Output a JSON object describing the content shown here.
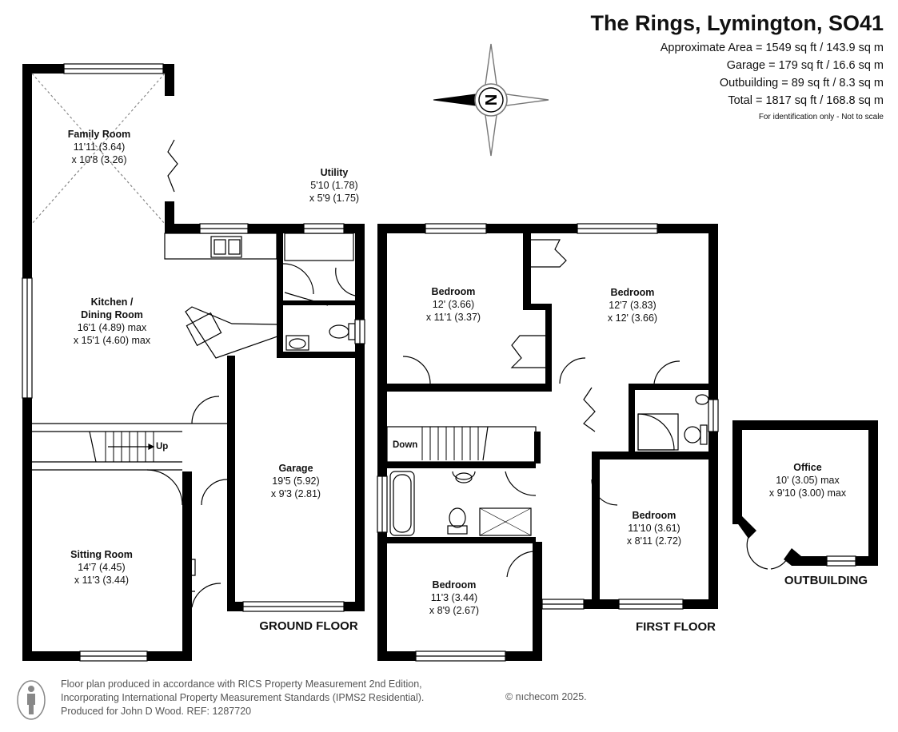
{
  "header": {
    "title": "The Rings, Lymington, SO41",
    "approx_area": "Approximate Area = 1549 sq ft / 143.9 sq m",
    "garage_area": "Garage = 179 sq ft / 16.6 sq m",
    "outbuilding_area": "Outbuilding = 89 sq ft / 8.3 sq m",
    "total_area": "Total = 1817 sq ft / 168.8 sq m",
    "disclaimer": "For identification only - Not to scale"
  },
  "compass": {
    "letter": "N",
    "icon": "compass-rose-icon"
  },
  "rooms": {
    "family_room": {
      "name": "Family Room",
      "dim1": "11'11 (3.64)",
      "dim2": "x 10'8 (3.26)"
    },
    "utility": {
      "name": "Utility",
      "dim1": "5'10 (1.78)",
      "dim2": "x 5'9 (1.75)"
    },
    "kitchen": {
      "name": "Kitchen /",
      "name2": "Dining Room",
      "dim1": "16'1 (4.89) max",
      "dim2": "x 15'1 (4.60) max"
    },
    "garage": {
      "name": "Garage",
      "dim1": "19'5 (5.92)",
      "dim2": "x 9'3 (2.81)"
    },
    "sitting_room": {
      "name": "Sitting Room",
      "dim1": "14'7 (4.45)",
      "dim2": "x 11'3 (3.44)"
    },
    "bedroom_1": {
      "name": "Bedroom",
      "dim1": "12' (3.66)",
      "dim2": "x 11'1 (3.37)"
    },
    "bedroom_2": {
      "name": "Bedroom",
      "dim1": "12'7 (3.83)",
      "dim2": "x 12' (3.66)"
    },
    "bedroom_3": {
      "name": "Bedroom",
      "dim1": "11'10 (3.61)",
      "dim2": "x 8'11 (2.72)"
    },
    "bedroom_4": {
      "name": "Bedroom",
      "dim1": "11'3 (3.44)",
      "dim2": "x 8'9 (2.67)"
    },
    "office": {
      "name": "Office",
      "dim1": "10' (3.05) max",
      "dim2": "x 9'10 (3.00) max"
    }
  },
  "stairs": {
    "up": "Up",
    "down": "Down"
  },
  "floors": {
    "ground": "GROUND FLOOR",
    "first": "FIRST FLOOR",
    "outbuilding": "OUTBUILDING"
  },
  "footer": {
    "line1": "Floor plan produced in accordance with RICS Property Measurement 2nd Edition,",
    "line2": "Incorporating International Property Measurement Standards (IPMS2 Residential).",
    "line3": "Produced for John D Wood.    REF:  1287720",
    "credit": "© nıchecom 2025.",
    "icon": "person-icon"
  }
}
